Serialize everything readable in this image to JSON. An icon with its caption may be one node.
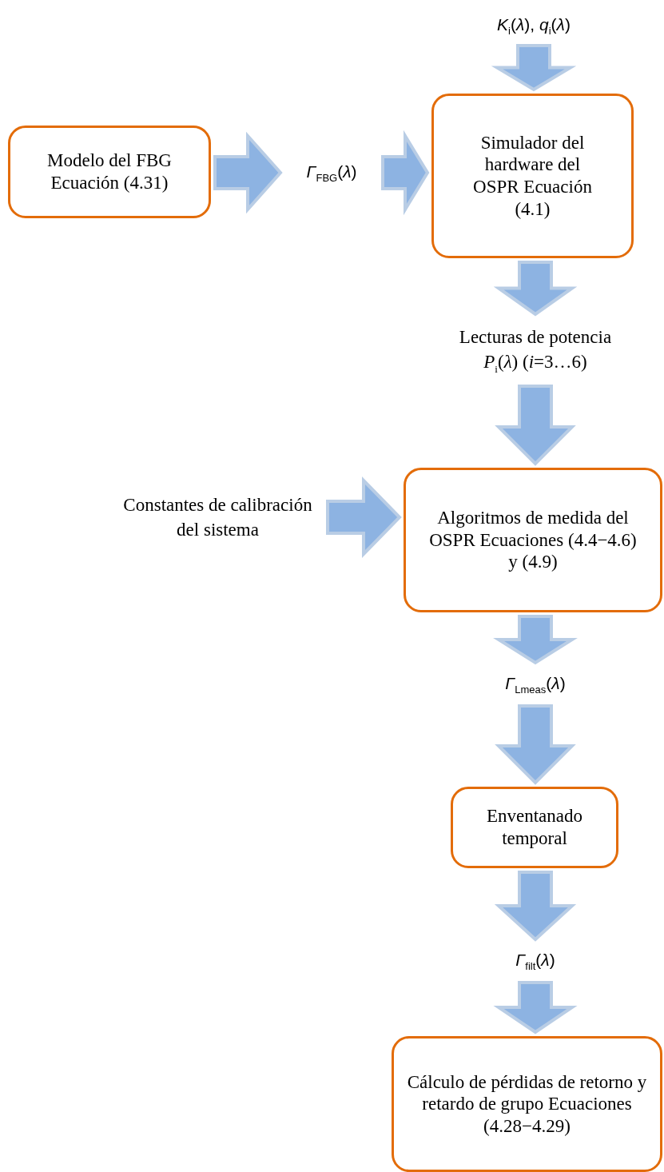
{
  "diagram": {
    "nodes": [
      {
        "text": [
          "*K*$_{i}$(*λ*), *q*$_{i}$(*λ*)"
        ]
      },
      {
        "text": [
          "Modelo del FBG Ecuación (4.31)"
        ]
      },
      {
        "text": [
          "*Γ*$_{FBG}$(*λ*)"
        ]
      },
      {
        "text": [
          "Simulador del hardware del OSPR Ecuación (4.1)"
        ]
      },
      {
        "text": [
          "Lecturas de potencia",
          "*P*$_{i}$(*λ*) (*i*=3…6)"
        ]
      },
      {
        "text": [
          "Constantes de calibración del sistema"
        ]
      },
      {
        "text": [
          "Algoritmos de medida del OSPR Ecuaciones (4.4−4.6) y (4.9)"
        ]
      },
      {
        "text": [
          "*Γ*$_{Lmeas}$(*λ*)"
        ]
      },
      {
        "text": [
          "Enventanado temporal"
        ]
      },
      {
        "text": [
          "*Γ*$_{filt}$(*λ*)"
        ]
      },
      {
        "text": [
          "Cálculo de pérdidas de retorno y retardo de grupo Ecuaciones (4.28−4.29)"
        ]
      }
    ],
    "edges": [
      {
        "from": 0,
        "to": 3,
        "arrow": "to"
      },
      {
        "from": 1,
        "to": 2,
        "arrow": "to"
      },
      {
        "from": 2,
        "to": 3,
        "arrow": "to"
      },
      {
        "from": 3,
        "to": 4,
        "arrow": "to"
      },
      {
        "from": 4,
        "to": 6,
        "arrow": "to"
      },
      {
        "from": 5,
        "to": 6,
        "arrow": "to"
      },
      {
        "from": 6,
        "to": 7,
        "arrow": "to"
      },
      {
        "from": 7,
        "to": 8,
        "arrow": "to"
      },
      {
        "from": 8,
        "to": 9,
        "arrow": "to"
      },
      {
        "from": 9,
        "to": 10,
        "arrow": "to"
      }
    ]
  }
}
